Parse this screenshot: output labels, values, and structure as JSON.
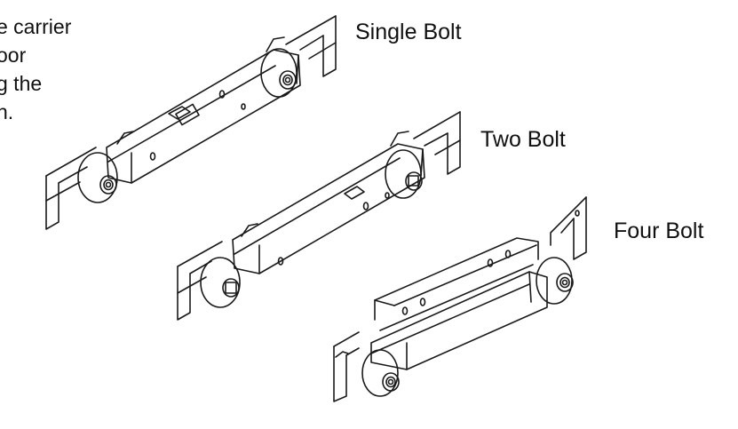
{
  "intro_lines": [
    "e carrier",
    "oor",
    "g the",
    "n."
  ],
  "labels": {
    "single": "Single Bolt",
    "two": "Two Bolt",
    "four": "Four Bolt"
  },
  "colors": {
    "line": "#1a1a1a",
    "background": "#ffffff",
    "text": "#111111"
  }
}
